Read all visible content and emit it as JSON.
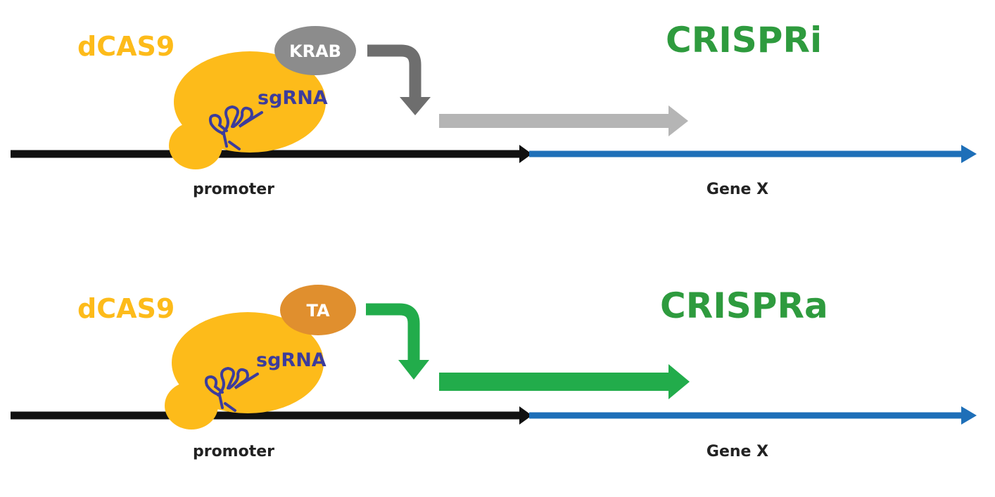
{
  "colors": {
    "dcas9": "#FDBB1A",
    "title_green": "#2E9B3E",
    "sgrna_blue": "#3C3C9C",
    "promoter_line": "#111111",
    "gene_line": "#1E6FB8",
    "krab": "#8C8C8C",
    "krab_arrow": "#6E6E6E",
    "inhibited_arrow": "#B5B5B5",
    "ta": "#E08F2E",
    "activation_arrow": "#22AC4B"
  },
  "panels": [
    {
      "title": "CRISPRi",
      "protein_label": "dCAS9",
      "modulator_label": "KRAB",
      "guide_label": "sgRNA",
      "promoter_label": "promoter",
      "gene_label": "Gene X"
    },
    {
      "title": "CRISPRa",
      "protein_label": "dCAS9",
      "modulator_label": "TA",
      "guide_label": "sgRNA",
      "promoter_label": "promoter",
      "gene_label": "Gene X"
    }
  ]
}
